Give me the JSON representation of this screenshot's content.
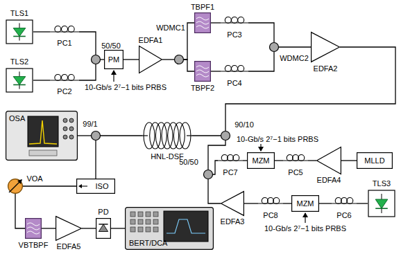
{
  "diagram": {
    "nodes": [
      {
        "text": [
          "TLS1"
        ]
      },
      {
        "text": [
          "PC1"
        ]
      },
      {
        "text": [
          "TLS2"
        ]
      },
      {
        "text": [
          "PC2"
        ]
      },
      {
        "text": [
          "50/50"
        ]
      },
      {
        "text": [
          "PM"
        ]
      },
      {
        "text": [
          "EDFA1"
        ]
      },
      {
        "text": [
          "WDMC1"
        ]
      },
      {
        "text": [
          "TBPF1"
        ]
      },
      {
        "text": [
          "PC3"
        ]
      },
      {
        "text": [
          "TBPF2"
        ]
      },
      {
        "text": [
          "PC4"
        ]
      },
      {
        "text": [
          "WDMC2"
        ]
      },
      {
        "text": [
          "EDFA2"
        ]
      },
      {
        "text": [
          "OSA"
        ]
      },
      {
        "text": [
          "99/1"
        ]
      },
      {
        "text": [
          "HNL-DSF"
        ]
      },
      {
        "text": [
          "90/10"
        ]
      },
      {
        "text": [
          "PC7"
        ]
      },
      {
        "text": [
          "MZM"
        ]
      },
      {
        "text": [
          "PC5"
        ]
      },
      {
        "text": [
          "EDFA4"
        ]
      },
      {
        "text": [
          "MLLD"
        ]
      },
      {
        "text": [
          "50/50"
        ]
      },
      {
        "text": [
          "EDFA3"
        ]
      },
      {
        "text": [
          "PC8"
        ]
      },
      {
        "text": [
          "MZM"
        ]
      },
      {
        "text": [
          "PC6"
        ]
      },
      {
        "text": [
          "TLS3"
        ]
      },
      {
        "text": [
          "VOA"
        ]
      },
      {
        "text": [
          "ISO"
        ]
      },
      {
        "text": [
          "VBTBPF"
        ]
      },
      {
        "text": [
          "EDFA5"
        ]
      },
      {
        "text": [
          "PD"
        ]
      },
      {
        "text": [
          "BERT/DCA"
        ]
      }
    ],
    "edges": [
      {
        "from": 0,
        "to": 1,
        "arrow": "none"
      },
      {
        "from": 1,
        "to": 4,
        "arrow": "none"
      },
      {
        "from": 2,
        "to": 3,
        "arrow": "none"
      },
      {
        "from": 3,
        "to": 4,
        "arrow": "none"
      },
      {
        "from": 4,
        "to": 5,
        "arrow": "none"
      },
      {
        "from": 5,
        "to": 6,
        "arrow": "none"
      },
      {
        "from": 6,
        "to": 7,
        "arrow": "none"
      },
      {
        "from": 7,
        "to": 8,
        "arrow": "none"
      },
      {
        "from": 8,
        "to": 9,
        "arrow": "none"
      },
      {
        "from": 9,
        "to": 12,
        "arrow": "none"
      },
      {
        "from": 7,
        "to": 10,
        "arrow": "none"
      },
      {
        "from": 10,
        "to": 11,
        "arrow": "none"
      },
      {
        "from": 11,
        "to": 12,
        "arrow": "none"
      },
      {
        "from": 12,
        "to": 13,
        "arrow": "none"
      },
      {
        "from": 13,
        "to": 17,
        "arrow": "none"
      },
      {
        "from": 17,
        "to": 16,
        "arrow": "none"
      },
      {
        "from": 16,
        "to": 15,
        "arrow": "none"
      },
      {
        "from": 15,
        "to": 14,
        "arrow": "none"
      },
      {
        "from": 15,
        "to": 30,
        "arrow": "none"
      },
      {
        "from": 30,
        "to": 29,
        "arrow": "none"
      },
      {
        "from": 29,
        "to": 31,
        "arrow": "none"
      },
      {
        "from": 31,
        "to": 32,
        "arrow": "none"
      },
      {
        "from": 32,
        "to": 33,
        "arrow": "none"
      },
      {
        "from": 33,
        "to": 34,
        "arrow": "none"
      },
      {
        "from": 22,
        "to": 21,
        "arrow": "none"
      },
      {
        "from": 21,
        "to": 20,
        "arrow": "none"
      },
      {
        "from": 20,
        "to": 19,
        "arrow": "none"
      },
      {
        "from": 19,
        "to": 18,
        "arrow": "none"
      },
      {
        "from": 18,
        "to": 23,
        "arrow": "none"
      },
      {
        "from": 23,
        "to": 17,
        "arrow": "none"
      },
      {
        "from": 28,
        "to": 27,
        "arrow": "none"
      },
      {
        "from": 27,
        "to": 26,
        "arrow": "none"
      },
      {
        "from": 26,
        "to": 25,
        "arrow": "none"
      },
      {
        "from": 25,
        "to": 24,
        "arrow": "none"
      },
      {
        "from": 24,
        "to": 23,
        "arrow": "none"
      }
    ],
    "labels": [
      "10-Gb/s 2⁷−1 bits PRBS",
      "10-Gb/s 2⁷−1 bits PRBS",
      "10-Gb/s 2⁷−1 bits PRBS"
    ]
  }
}
